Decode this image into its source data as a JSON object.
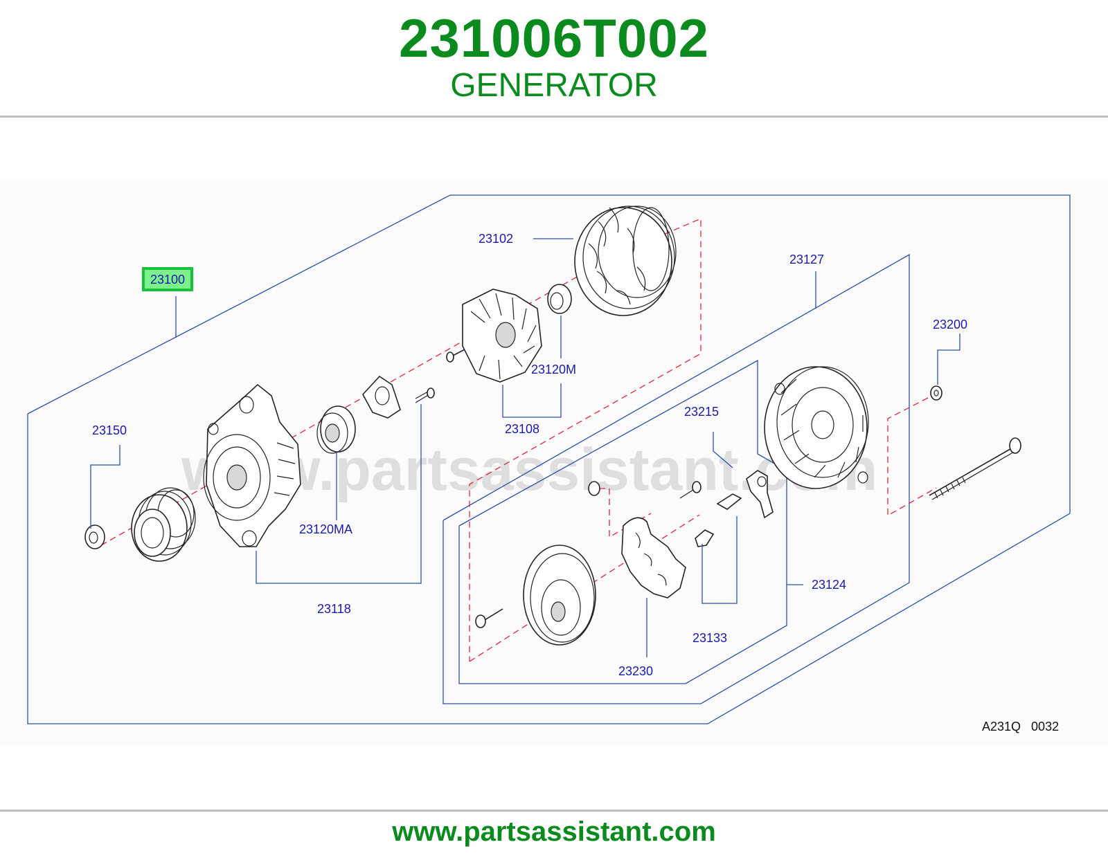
{
  "header": {
    "part_number": "231006T002",
    "part_name": "GENERATOR"
  },
  "diagram": {
    "callouts": {
      "c23100": "23100",
      "c23102": "23102",
      "c23127": "23127",
      "c23200": "23200",
      "c23120M": "23120M",
      "c23108": "23108",
      "c23150": "23150",
      "c23215": "23215",
      "c23120MA": "23120MA",
      "c23118": "23118",
      "c23124": "23124",
      "c23133": "23133",
      "c23230": "23230"
    },
    "selected_callout": "23100",
    "reference_code": "A231Q 0032",
    "watermark": "www.partsassistant.com"
  },
  "footer": {
    "url": "www.partsassistant.com"
  },
  "colors": {
    "title_green": "#0b8a1e",
    "callout_blue": "#1a1aa8",
    "frame_blue": "#2b4fa6",
    "axis_red": "#e0243a",
    "highlight_green": "#19c13a"
  }
}
